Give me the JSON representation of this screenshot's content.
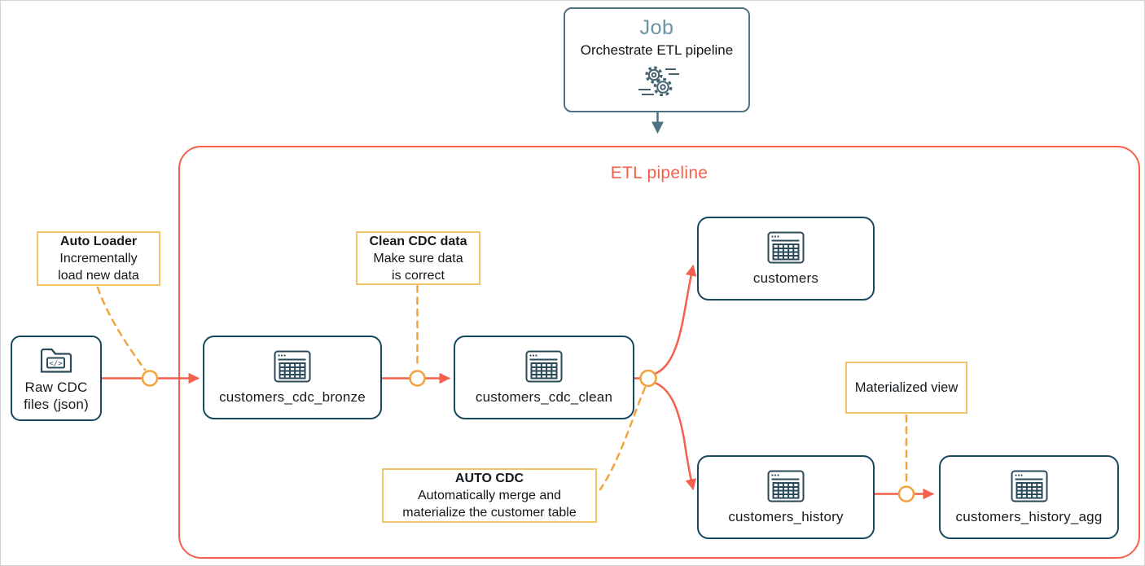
{
  "colors": {
    "pipeline_red": "#f4604c",
    "node_teal": "#17495e",
    "job_slate": "#507183",
    "job_title_slate": "#6e91a3",
    "annotation_yellow": "#f2c469",
    "wire_orange": "#f2a43c",
    "text": "#14181c"
  },
  "job": {
    "title": "Job",
    "subtitle": "Orchestrate ETL pipeline",
    "icon": "gears-automation-icon"
  },
  "pipeline": {
    "title": "ETL pipeline"
  },
  "source": {
    "icon": "folder-code-icon",
    "code_glyph": "</>",
    "lines": [
      "Raw CDC",
      "files (json)"
    ]
  },
  "nodes": [
    {
      "label": "customers_cdc_bronze",
      "icon": "table-icon"
    },
    {
      "label": "customers_cdc_clean",
      "icon": "table-icon"
    },
    {
      "label": "customers",
      "icon": "table-icon"
    },
    {
      "label": "customers_history",
      "icon": "table-icon"
    },
    {
      "label": "customers_history_agg",
      "icon": "table-icon"
    }
  ],
  "annotations": [
    {
      "title": "Auto Loader",
      "lines": [
        "Incrementally",
        "load new data"
      ]
    },
    {
      "title": "Clean CDC data",
      "lines": [
        "Make sure data",
        "is correct"
      ]
    },
    {
      "title": "AUTO CDC",
      "lines": [
        "Automatically merge and",
        "materialize the customer table"
      ]
    },
    {
      "title": "",
      "lines": [
        "Materialized view"
      ]
    }
  ]
}
